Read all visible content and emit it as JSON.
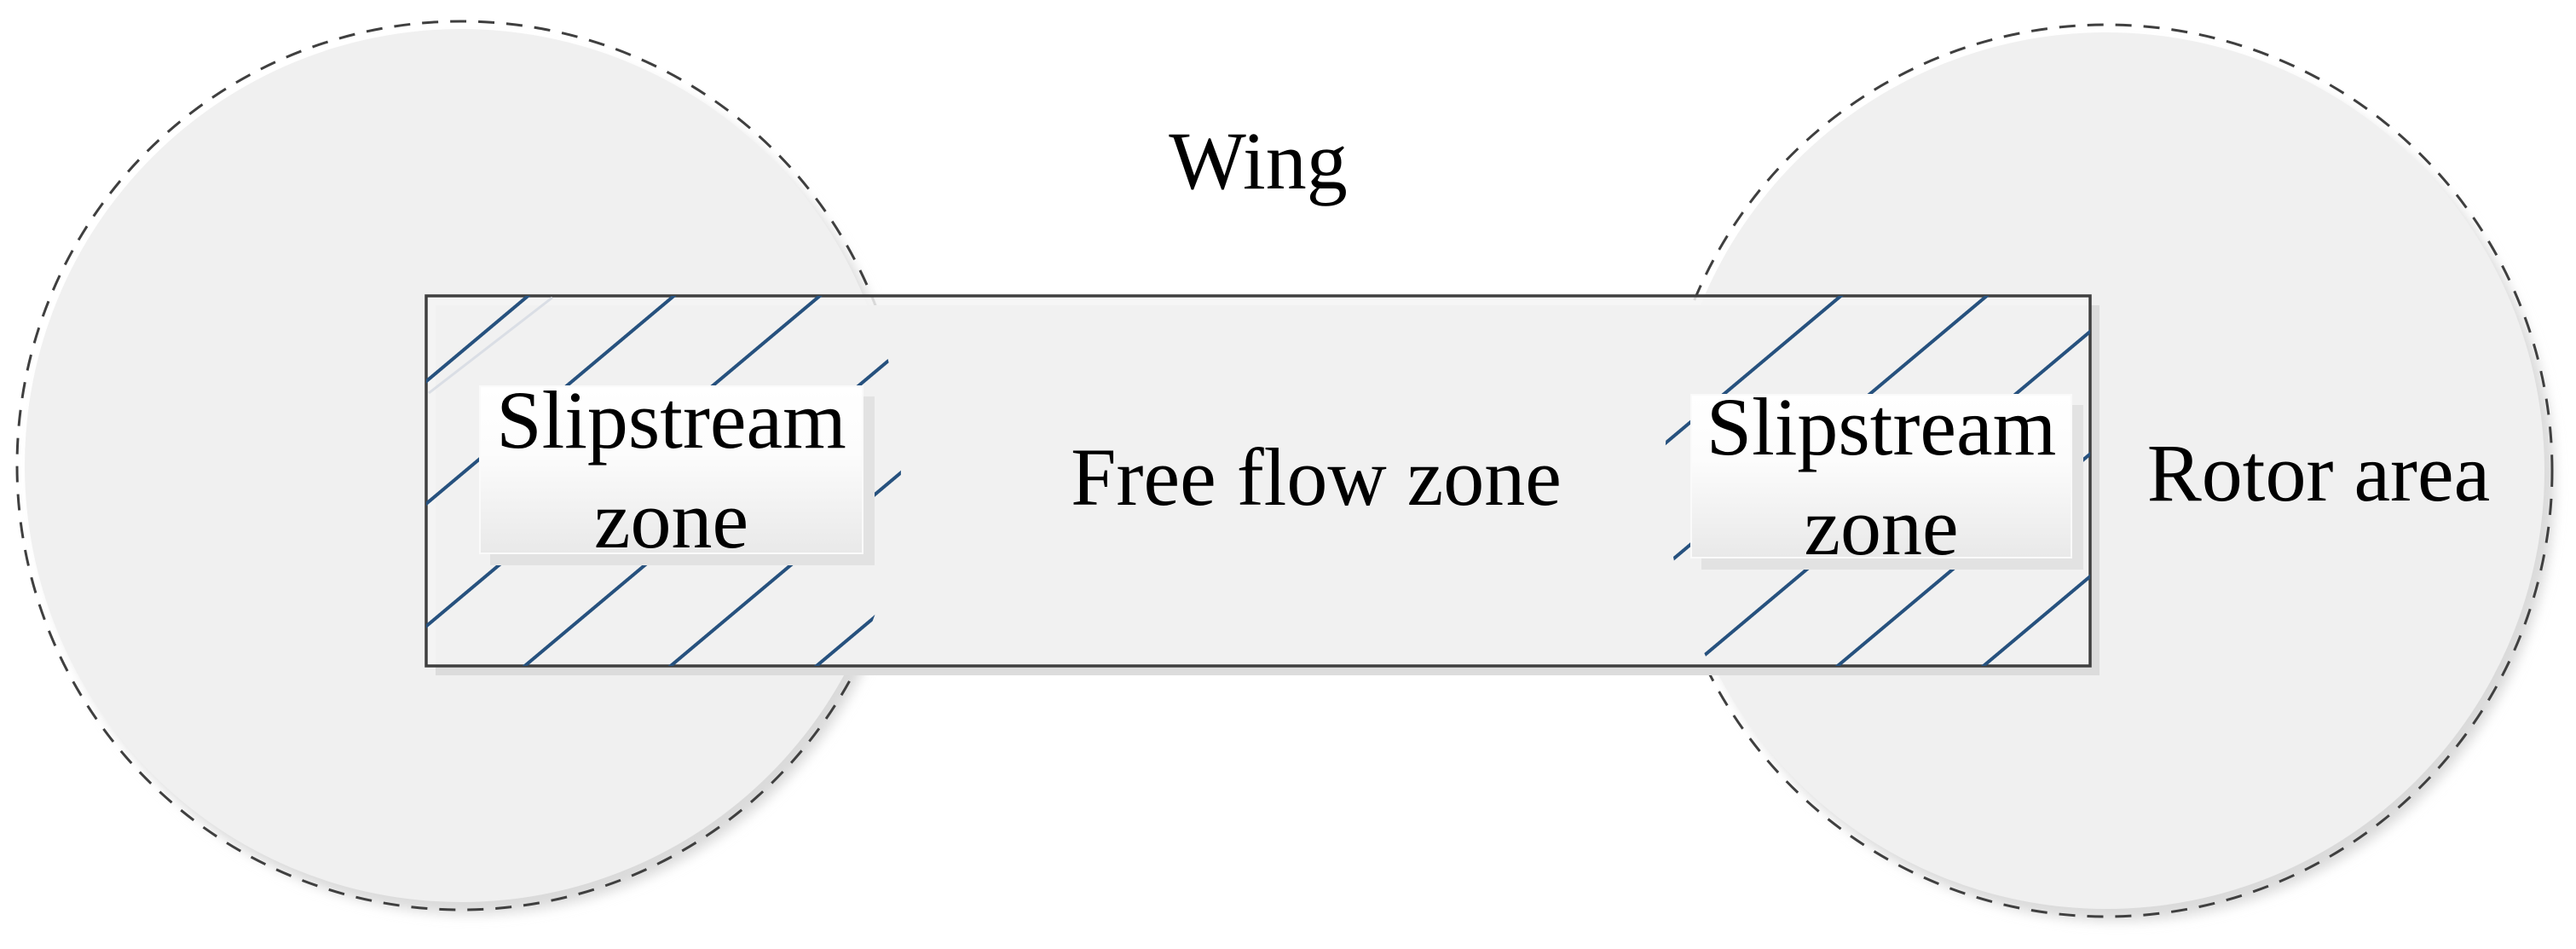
{
  "diagram": {
    "labels": {
      "wing": "Wing",
      "free_flow_zone": "Free flow zone",
      "rotor_area": "Rotor area"
    },
    "slipstream_label": {
      "line1": "Slipstream",
      "line2": "zone"
    },
    "colors": {
      "background": "#ffffff",
      "rotor_circle_fill": "#f0f0f0",
      "outline_dark_gray": "#3f3f3f",
      "hatch_blue": "#26517e",
      "drop_shadow_gray": "#dcdcdc",
      "label_shadow_gray": "#e2e2e2"
    }
  }
}
